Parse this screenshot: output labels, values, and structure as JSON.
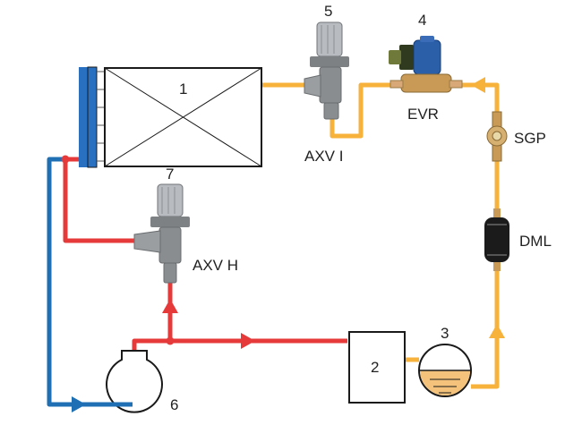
{
  "colors": {
    "liquid_line": "#f7b23b",
    "hot_gas_line": "#e63a3a",
    "suction_line": "#1f6fb5",
    "outline": "#1a1a1a",
    "valve_body": "#8a8d90",
    "valve_cap": "#b8bcc0",
    "solenoid_coil": "#2b5fa8",
    "brass": "#c89a55",
    "receiver_liquid": "#f4c27a",
    "filter_drier": "#1b1b1b",
    "evaporator_fins": "#2a70c0"
  },
  "components": {
    "evaporator": {
      "number": "1"
    },
    "hot_gas_receiver": {
      "number": "2"
    },
    "liquid_receiver": {
      "number": "3"
    },
    "solenoid_valve": {
      "number": "4",
      "label": "EVR"
    },
    "expansion_valve_main": {
      "number": "5",
      "label": "AXV I"
    },
    "compressor": {
      "number": "6"
    },
    "expansion_valve_hot": {
      "number": "7",
      "label": "AXV H"
    },
    "sight_glass": {
      "label": "SGP"
    },
    "filter_drier": {
      "label": "DML"
    }
  },
  "icons": {
    "flow_arrow": "triangle-arrow-icon"
  }
}
